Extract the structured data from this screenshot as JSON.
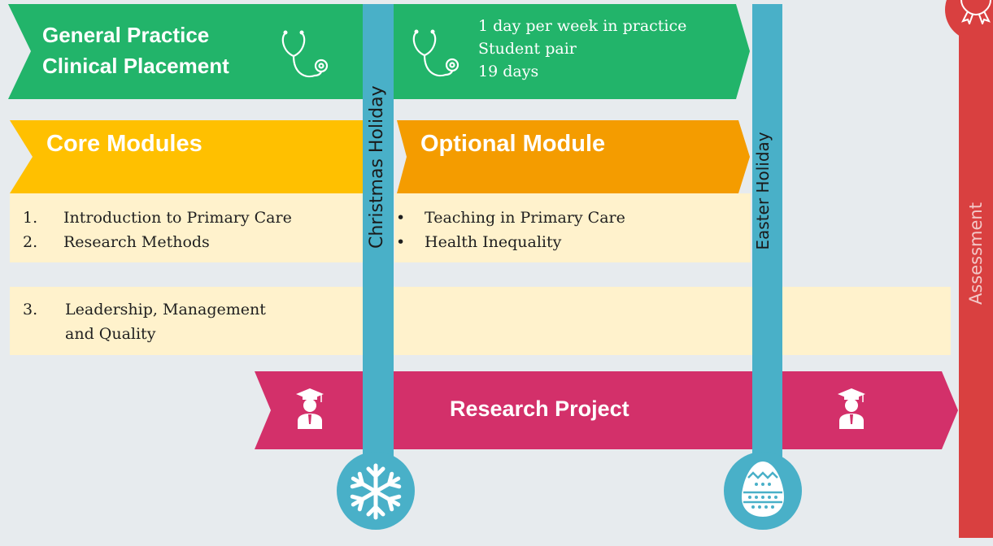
{
  "placement": {
    "title_line1": "General Practice",
    "title_line2": "Clinical Placement",
    "detail_1": "1 day per week in practice",
    "detail_2": "Student pair",
    "detail_3": "19 days"
  },
  "core": {
    "title": "Core Modules",
    "item_1_num": "1.",
    "item_1": "Introduction to Primary Care",
    "item_2_num": "2.",
    "item_2": "Research Methods",
    "item_3_num": "3.",
    "item_3_line1": "Leadership, Management",
    "item_3_line2": "and Quality"
  },
  "optional": {
    "title": "Optional Module",
    "item_1": "Teaching in Primary Care",
    "item_2": "Health Inequality"
  },
  "research": {
    "title": "Research Project"
  },
  "holidays": {
    "christmas": "Christmas Holiday",
    "easter": "Easter Holiday"
  },
  "assessment": {
    "label": "Assessment"
  },
  "colors": {
    "green": "#22b46a",
    "yellow": "#ffc000",
    "orange": "#f49c00",
    "cream": "#fff2cc",
    "pink": "#d3306a",
    "teal": "#49b0c8",
    "red": "#d94040"
  },
  "icons": [
    "stethoscope-icon",
    "graduate-icon",
    "snowflake-icon",
    "easter-egg-icon",
    "award-ribbon-icon"
  ]
}
